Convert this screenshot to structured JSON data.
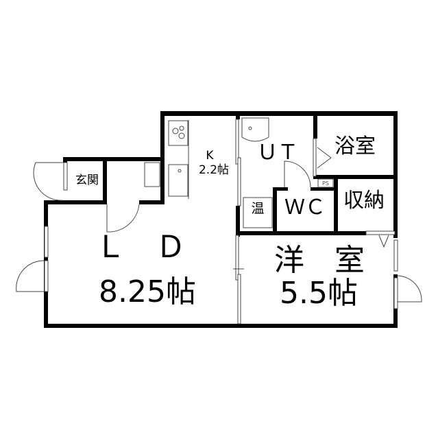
{
  "rooms": {
    "entrance": "玄関",
    "kitchen_label": "K",
    "kitchen_size": "2.2帖",
    "utility": "ＵＴ",
    "bathroom": "浴室",
    "water_heater": "温",
    "toilet": "ＷＣ",
    "storage": "収納",
    "pipe_space": "PS",
    "living_dining_label": "Ｌ　Ｄ",
    "living_dining_size": "8.25帖",
    "western_room_label": "洋　室",
    "western_room_size": "5.5帖"
  }
}
